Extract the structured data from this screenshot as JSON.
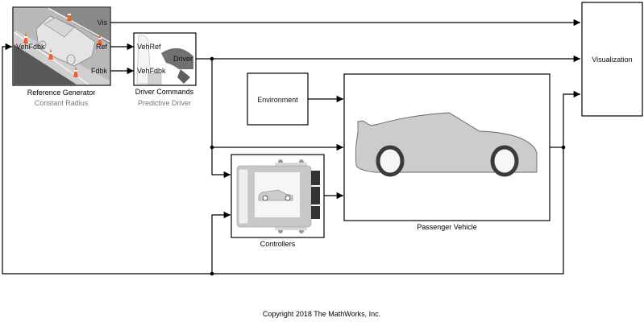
{
  "diagram": {
    "type": "simulink-model",
    "blocks": {
      "reference_generator": {
        "name": "Reference Generator",
        "variant": "Constant Radius",
        "ports": {
          "inputs": [
            "VehFdbk"
          ],
          "outputs": [
            "Vis",
            "Ref",
            "Fdbk"
          ]
        }
      },
      "driver_commands": {
        "name": "Driver Commands",
        "variant": "Predictive Driver",
        "icon_label": "Driver",
        "ports": {
          "inputs": [
            "VehRef",
            "VehFdbk"
          ],
          "outputs": [
            ""
          ]
        }
      },
      "environment": {
        "name": "Environment"
      },
      "controllers": {
        "name": "Controllers"
      },
      "passenger_vehicle": {
        "name": "Passenger Vehicle"
      },
      "visualization": {
        "name": "Visualization"
      }
    },
    "connections": [
      {
        "from": "Reference Generator.Vis",
        "to": "Visualization.in1"
      },
      {
        "from": "Reference Generator.Ref",
        "to": "Driver Commands.VehRef"
      },
      {
        "from": "Reference Generator.Fdbk",
        "to": "Driver Commands.VehFdbk"
      },
      {
        "from": "Driver Commands.out",
        "to": "Visualization.in2"
      },
      {
        "from": "Driver Commands.out",
        "to": "Passenger Vehicle.in2"
      },
      {
        "from": "Driver Commands.out",
        "to": "Controllers.in1"
      },
      {
        "from": "Environment.out",
        "to": "Passenger Vehicle.in1"
      },
      {
        "from": "Controllers.out",
        "to": "Passenger Vehicle.in3"
      },
      {
        "from": "Passenger Vehicle.out",
        "to": "Visualization.in3"
      },
      {
        "from": "Passenger Vehicle.out",
        "to": "Controllers.in2"
      },
      {
        "from": "Passenger Vehicle.out",
        "to": "Reference Generator.VehFdbk"
      }
    ],
    "colors": {
      "road_dark": "#555555",
      "road_light": "#bdbdbd",
      "cone_orange": "#ff5a1f",
      "car_body": "#cccccc",
      "tire": "#3a3a3a",
      "ecu_body": "#c8c8c8",
      "ecu_connector": "#333333"
    }
  },
  "footer": {
    "copyright": "Copyright 2018 The MathWorks, Inc."
  }
}
